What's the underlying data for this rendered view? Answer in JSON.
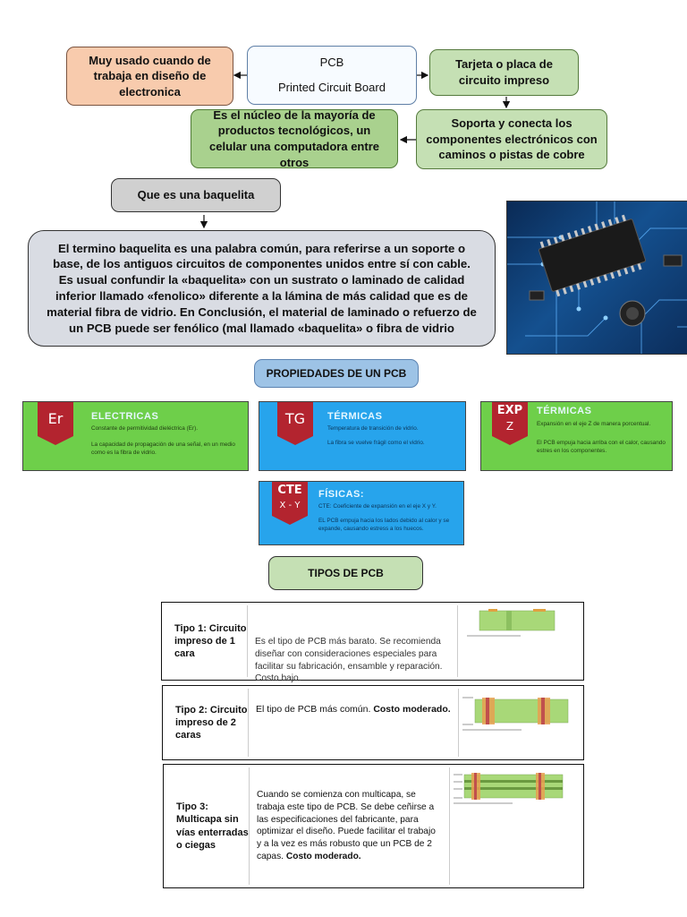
{
  "top": {
    "pcb_title": "PCB",
    "pcb_subtitle": "Printed Circuit Board",
    "left_box": "Muy usado cuando de trabaja en diseño de electronica",
    "right_box": "Tarjeta o placa de circuito impreso",
    "support_box": "Soporta y conecta los componentes electrónicos con caminos o pistas de cobre",
    "core_box": "Es el núcleo de la mayoría de productos tecnológicos, un celular una computadora entre otros"
  },
  "baquelita": {
    "question": "Que es una baquelita",
    "answer": "El termino baquelita es una palabra común, para referirse a un soporte o base, de los antiguos circuitos de componentes unidos entre sí con cable. Es usual confundir la «baquelita» con un sustrato o laminado de calidad inferior llamado «fenolico» diferente a la lámina de más calidad que es de material fibra de vidrio. En Conclusión, el material de laminado o refuerzo de un PCB puede ser fenólico (mal llamado «baquelita» o fibra de vidrio"
  },
  "propiedades": {
    "title": "PROPIEDADES DE UN PCB",
    "cards": [
      {
        "badge": "Er",
        "title": "ELECTRICAS",
        "line1": "Constante de permitividad dieléctrica (Er).",
        "line2": "La capacidad de propagación de una señal, en un medio como es la fibra de vidrio.",
        "color": "#6ecf4a"
      },
      {
        "badge": "TG",
        "title": "TÉRMICAS",
        "line1": "Temperatura de transición de vidrio.",
        "line2": "La fibra se vuelve frágil como el vidrio.",
        "color": "#27a4ec"
      },
      {
        "badge": "EXP",
        "badge2": "Z",
        "title": "TÉRMICAS",
        "line1": "Expansión en el eje Z de manera porcentual.",
        "line2": "El PCB empuja hacia arriba con el calor, causando estres en los componentes.",
        "color": "#6ecf4a"
      },
      {
        "badge": "CTE",
        "badge2": "X - Y",
        "title": "FÍSICAS:",
        "line1": "CTE: Coeficiente de expansión en el eje X y Y.",
        "line2": "EL PCB empuja hacia los lados debido al calor y se expande, causando estress a los huecos.",
        "color": "#27a4ec"
      }
    ]
  },
  "tipos": {
    "title": "TIPOS DE PCB",
    "rows": [
      {
        "name": "Tipo 1: Circuito impreso de 1 cara",
        "desc": "Es el tipo de PCB más barato. Se recomienda diseñar con consideraciones especiales para facilitar su fabricación, ensamble y reparación. Costo bajo.",
        "bold": ""
      },
      {
        "name": "Tipo 2: Circuito impreso de 2 caras",
        "desc": "El tipo de PCB más común.",
        "bold": "Costo moderado."
      },
      {
        "name": "Tipo 3: Multicapa sin vías enterradas o ciegas",
        "desc": "Cuando se comienza con multicapa, se trabaja este tipo de PCB. Se debe ceñirse a las especificaciones del fabricante, para optimizar el diseño. Puede facilitar el trabajo y a la vez es más robusto que un PCB de 2 capas.",
        "bold": "Costo moderado."
      }
    ]
  }
}
